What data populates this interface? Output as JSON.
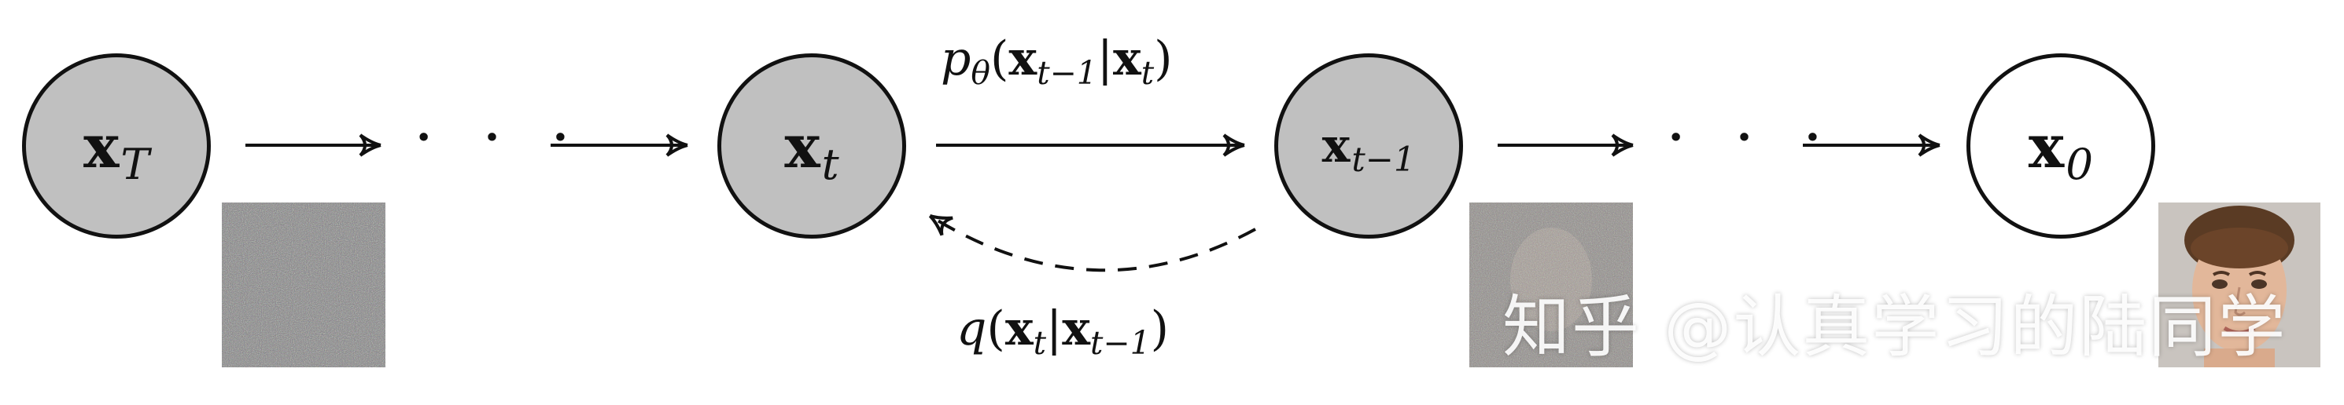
{
  "nodes": {
    "xT": {
      "base": "x",
      "sub": "T"
    },
    "xt": {
      "base": "x",
      "sub": "t"
    },
    "xt1": {
      "base": "x",
      "sub": "t−1"
    },
    "x0": {
      "base": "x",
      "sub": "0"
    }
  },
  "ellipsis": "· · ·",
  "edges": {
    "reverse": {
      "fn": "p",
      "fn_sub": "θ",
      "open": "(",
      "a": "x",
      "a_sub": "t−1",
      "bar": "|",
      "b": "x",
      "b_sub": "t",
      "close": ")"
    },
    "forward": {
      "fn": "q",
      "open": "(",
      "a": "x",
      "a_sub": "t",
      "bar": "|",
      "b": "x",
      "b_sub": "t−1",
      "close": ")"
    }
  },
  "watermark": "知乎 @认真学习的陆同学",
  "colors": {
    "shaded": "#c0c0c0",
    "stroke": "#111111",
    "unshaded": "#ffffff"
  }
}
